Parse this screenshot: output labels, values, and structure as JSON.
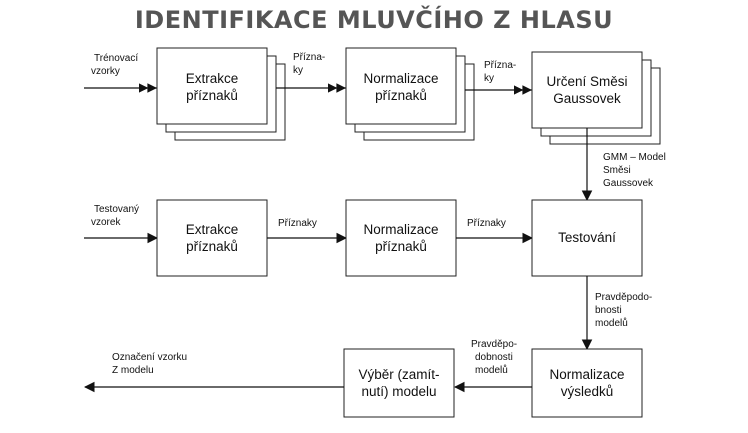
{
  "title": "IDENTIFIKACE MLUVČÍHO Z HLASU",
  "row1": {
    "input_label": [
      "Trénovací",
      "vzorky"
    ],
    "box1": [
      "Extrakce",
      "příznaků"
    ],
    "edge1": [
      "Přízna-",
      "ky"
    ],
    "box2": [
      "Normalizace",
      "příznaků"
    ],
    "edge2": [
      "Přízna-",
      "ky"
    ],
    "box3": [
      "Určení Směsi",
      "Gaussovek"
    ]
  },
  "gmm_label": [
    "GMM – Model",
    "Směsi",
    "Gaussovek"
  ],
  "row2": {
    "input_label": [
      "Testovaný",
      "vzorek"
    ],
    "box1": [
      "Extrakce",
      "příznaků"
    ],
    "edge1": "Příznaky",
    "box2": [
      "Normalizace",
      "příznaků"
    ],
    "edge2": "Příznaky",
    "box3": "Testování"
  },
  "prob_label": [
    "Pravděpodo-",
    "bnosti",
    "modelů"
  ],
  "row3": {
    "box_norm": [
      "Normalizace",
      "výsledků"
    ],
    "edge": [
      "Pravděpo-",
      "dobnosti",
      "modelů"
    ],
    "box_select": [
      "Výběr (zamít-",
      "nutí) modelu"
    ],
    "output_label": [
      "Označení vzorku",
      "Z modelu"
    ]
  }
}
